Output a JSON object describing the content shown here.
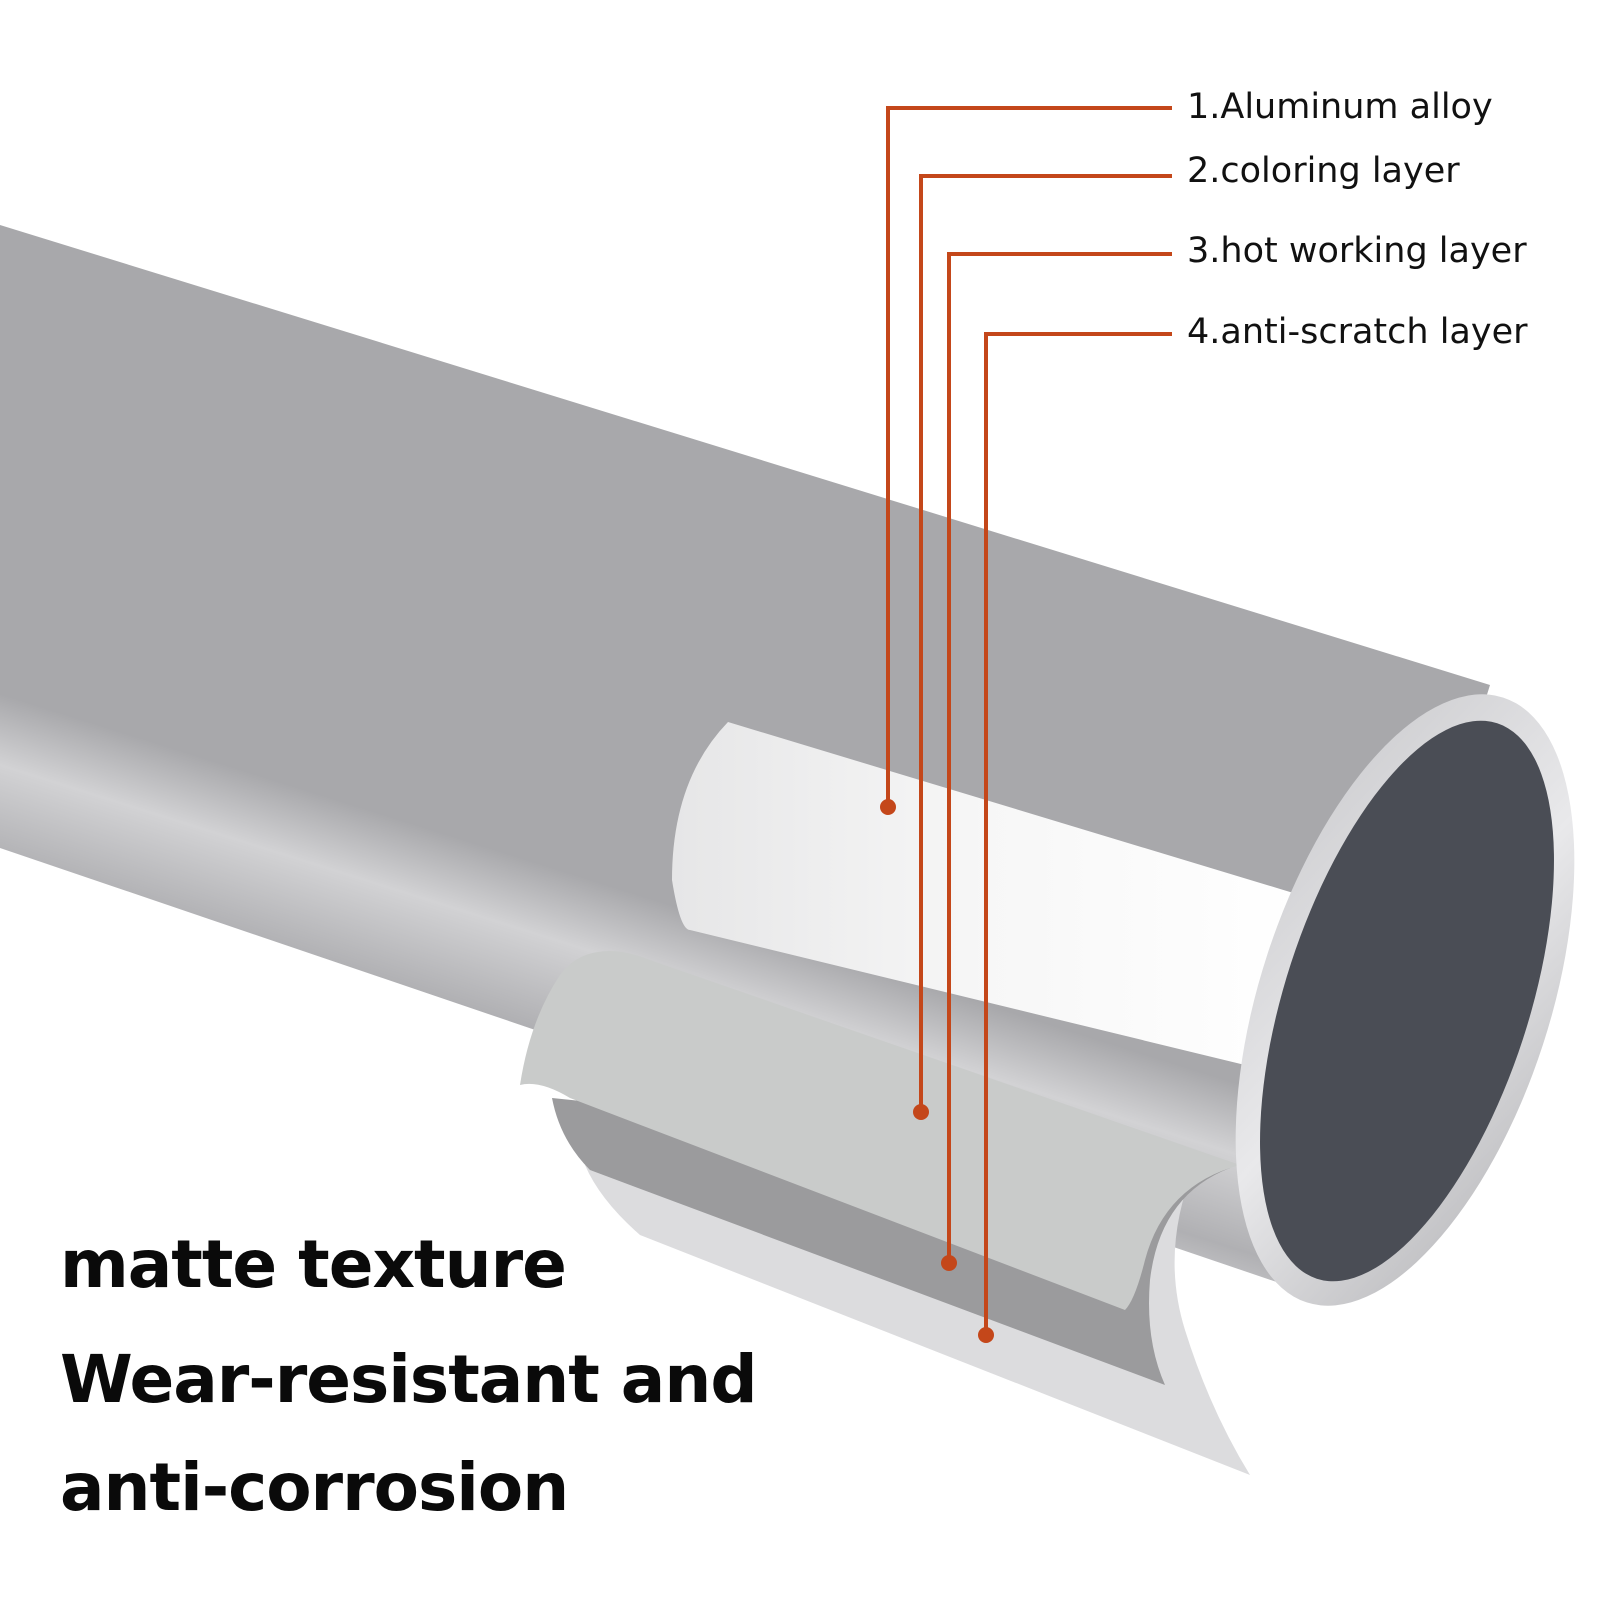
{
  "layers": [
    {
      "label": "1.Aluminum alloy"
    },
    {
      "label": "2.coloring layer"
    },
    {
      "label": "3.hot working layer"
    },
    {
      "label": "4.anti-scratch layer"
    }
  ],
  "headline": {
    "line1": "matte texture",
    "line2": "Wear-resistant and",
    "line3": "anti-corrosion"
  },
  "colors": {
    "leader_line": "#c4471a",
    "tube_interior": "#4a4d55",
    "text": "#111111"
  }
}
